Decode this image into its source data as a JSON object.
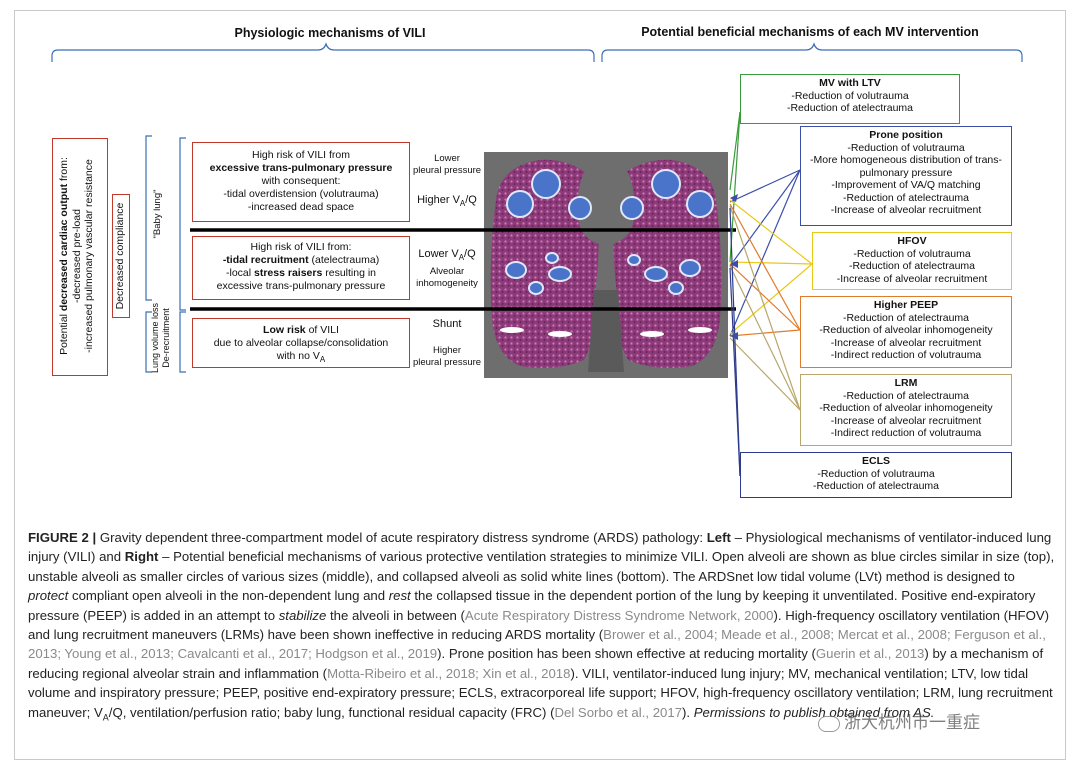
{
  "headers": {
    "left": "Physiologic mechanisms of VILI",
    "right": "Potential beneficial mechanisms of each MV intervention"
  },
  "far_left": {
    "line1_pre": "Potential ",
    "line1_bold": "decreased cardiac output",
    "line1_post": " from:",
    "line2": "-decreased pre-load",
    "line3": "-increased pulmonary vascular resistance"
  },
  "compliance": "Decreased compliance",
  "baby_lung": "\"Baby lung\"",
  "volume_loss": {
    "line1": "Lung volume loss",
    "line2": "De-recruitment"
  },
  "left_boxes": {
    "top": {
      "l1": "High risk of VILI from",
      "l2": "excessive trans-pulmonary pressure",
      "l3": "with consequent:",
      "l4": "-tidal overdistension (volutrauma)",
      "l5": "-increased dead space"
    },
    "middle": {
      "l1": "High risk of VILI from:",
      "l2_bold": "-tidal recruitment",
      "l2_post": " (atelectrauma)",
      "l3_pre": "-local ",
      "l3_bold": "stress raisers",
      "l3_post": " resulting in",
      "l4": "excessive trans-pulmonary pressure"
    },
    "bottom": {
      "l1_bold": "Low risk",
      "l1_post": " of VILI",
      "l2": "due to alveolar collapse/consolidation",
      "l3_pre": "with no V",
      "l3_sub": "A"
    }
  },
  "lung_labels": {
    "lower_pleural": "Lower\npleural pressure",
    "higher_va_pre": "Higher V",
    "higher_va_sub": "A",
    "higher_va_post": "/Q",
    "lower_va_pre": "Lower V",
    "lower_va_sub": "A",
    "lower_va_post": "/Q",
    "alveolar": "Alveolar\ninhomogeneity",
    "shunt": "Shunt",
    "higher_pleural": "Higher\npleural pressure"
  },
  "interventions": [
    {
      "title": "MV with LTV",
      "items": [
        "-Reduction of volutrauma",
        "-Reduction of atelectrauma"
      ],
      "color": "#3a9b3a"
    },
    {
      "title": "Prone position",
      "items": [
        "-Reduction of volutrauma",
        "-More homogeneous distribution of trans-",
        "pulmonary pressure",
        "-Improvement of VA/Q matching",
        "-Reduction of atelectrauma",
        "-Increase of alveolar recruitment"
      ],
      "color": "#3b4fa8"
    },
    {
      "title": "HFOV",
      "items": [
        "-Reduction of volutrauma",
        "-Reduction of atelectrauma",
        "-Increase of alveolar recruitment"
      ],
      "color": "#e8c917"
    },
    {
      "title": "Higher PEEP",
      "items": [
        "-Reduction of atelectrauma",
        "-Reduction of alveolar inhomogeneity",
        "-Increase of alveolar recruitment",
        "-Indirect reduction of volutrauma"
      ],
      "color": "#e07b2a"
    },
    {
      "title": "LRM",
      "items": [
        "-Reduction of atelectrauma",
        "-Reduction of alveolar inhomogeneity",
        "-Increase of alveolar recruitment",
        "-Indirect reduction of volutrauma"
      ],
      "color": "#b8a66a"
    },
    {
      "title": "ECLS",
      "items": [
        "-Reduction of volutrauma",
        "-Reduction of atelectrauma"
      ],
      "color": "#2e3a8c"
    }
  ],
  "caption": {
    "label": "FIGURE 2 |",
    "s1": " Gravity dependent three-compartment model of acute respiratory distress syndrome (ARDS) pathology: ",
    "left": "Left",
    "s2": " – Physiological mechanisms of ventilator-induced lung injury (VILI) and ",
    "right": "Right",
    "s3": " – Potential beneficial mechanisms of various protective ventilation strategies to minimize VILI. Open alveoli are shown as blue circles similar in size (top), unstable alveoli as smaller circles of various sizes (middle), and collapsed alveoli as solid white lines (bottom). The ARDSnet low tidal volume (LVt) method is designed to ",
    "protect": "protect",
    "s4": " compliant open alveoli in the non-dependent lung and ",
    "rest": "rest",
    "s5": " the collapsed tissue in the dependent portion of the lung by keeping it unventilated. Positive end-expiratory pressure (PEEP) is added in an attempt to ",
    "stabilize": "stabilize",
    "s6": " the alveoli in between (",
    "ref1": "Acute Respiratory Distress Syndrome Network, 2000",
    "s7": "). High-frequency oscillatory ventilation (HFOV) and lung recruitment maneuvers (LRMs) have been shown ineffective in reducing ARDS mortality (",
    "ref2": "Brower et al., 2004; Meade et al., 2008; Mercat et al., 2008; Ferguson et al., 2013; Young et al., 2013; Cavalcanti et al., 2017; Hodgson et al., 2019",
    "s8": "). Prone position has been shown effective at reducing mortality (",
    "ref3": "Guerin et al., 2013",
    "s9": ") by a mechanism of reducing regional alveolar strain and inflammation (",
    "ref4": "Motta-Ribeiro et al., 2018; Xin et al., 2018",
    "s10": "). VILI, ventilator-induced lung injury; MV, mechanical ventilation; LTV, low tidal volume and inspiratory pressure; PEEP, positive end-expiratory pressure; ECLS, extracorporeal life support; HFOV, high-frequency oscillatory ventilation; LRM, lung recruitment maneuver; ",
    "s11": "V",
    "s11sub": "A",
    "s12": "/Q, ventilation/perfusion ratio; baby lung, functional residual capacity (FRC) (",
    "ref5": "Del Sorbo et al., 2017",
    "s13": "). ",
    "perm": "Permissions to publish obtained from AS."
  },
  "watermark": "浙大杭州市一重症"
}
